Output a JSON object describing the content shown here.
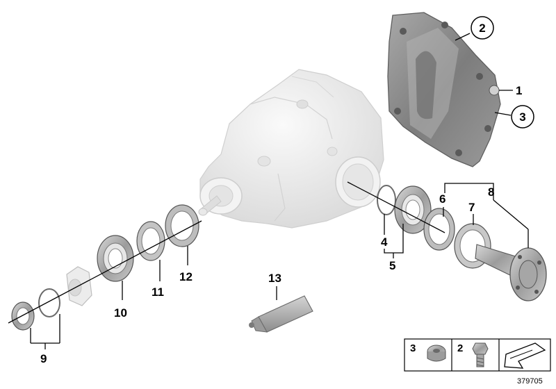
{
  "callouts": {
    "c1": "1",
    "c2": "2",
    "c3": "3",
    "c4": "4",
    "c5": "5",
    "c6": "6",
    "c7": "7",
    "c8": "8",
    "c9": "9",
    "c10": "10",
    "c11": "11",
    "c12": "12",
    "c13": "13"
  },
  "legend": {
    "item_a": "3",
    "item_b": "2"
  },
  "reference_number": "379705",
  "colors": {
    "housing": "#ededed",
    "cover": "#8f8f8f",
    "metal": "#b5b5b5",
    "line": "#000000"
  }
}
